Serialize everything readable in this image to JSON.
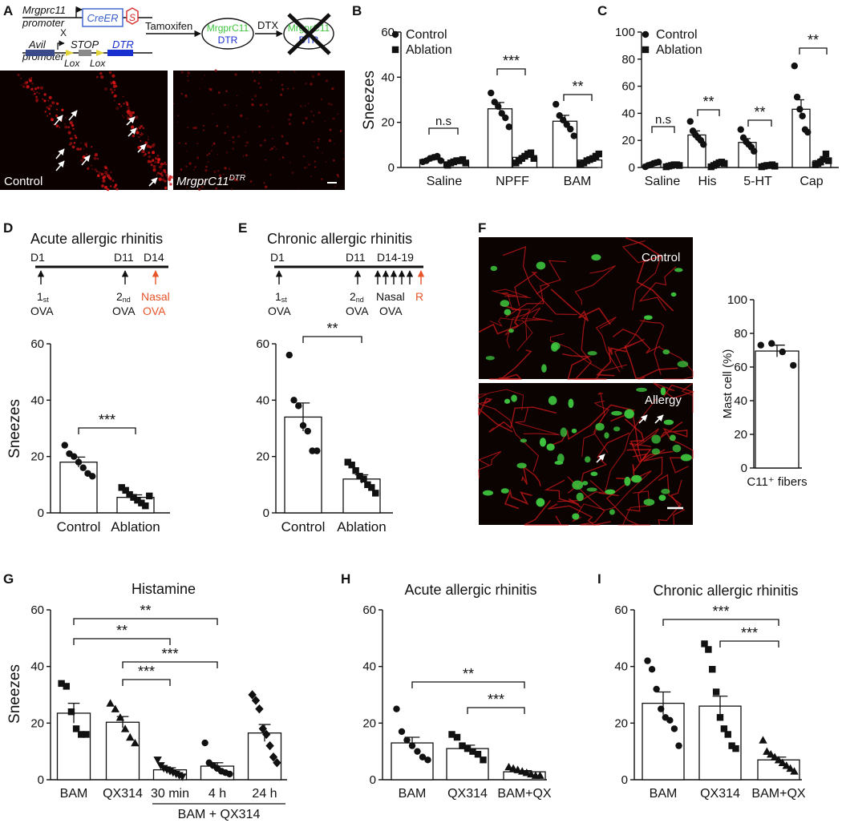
{
  "panel_labels": [
    "A",
    "B",
    "C",
    "D",
    "E",
    "F",
    "G",
    "H",
    "I"
  ],
  "schematic": {
    "gene1": "Mrgprc11",
    "promoter1": "promoter",
    "creer": "CreER",
    "s": "S",
    "cross": "X",
    "gene2": "Avil",
    "promoter2": "promoter",
    "stop": "STOP",
    "dtr": "DTR",
    "lox1": "Lox",
    "lox2": "Lox",
    "tamoxifen": "Tamoxifen",
    "dtx": "DTX",
    "cell_top": "MrgprC11",
    "cell_bottom": "DTR",
    "cell2_top": "MrgprC11",
    "cell2_bottom": "DTR"
  },
  "micrographs": {
    "control_label": "Control",
    "dtr_label_main": "MrgprC11",
    "dtr_label_sup": "DTR"
  },
  "colors": {
    "red_fluor": "#c8101e",
    "green_fluor": "#3ec43e",
    "orange_label": "#e8542a",
    "dtr_blue": "#1a2fd0",
    "creer_blue": "#3a5fcd",
    "s_red": "#d42a2a"
  },
  "timelines": {
    "D": {
      "title": "Acute allergic rhinitis",
      "days": [
        "D1",
        "D11",
        "D14"
      ],
      "events": [
        {
          "top": "1",
          "top_sub": "st",
          "bottom": "OVA"
        },
        {
          "top": "2",
          "top_sub": "nd",
          "bottom": "OVA"
        },
        {
          "top": "Nasal",
          "bottom": "OVA"
        }
      ]
    },
    "E": {
      "title": "Chronic allergic rhinitis",
      "days": [
        "D1",
        "D11",
        "D14-19"
      ],
      "events": [
        {
          "top": "1",
          "top_sub": "st",
          "bottom": "OVA"
        },
        {
          "top": "2",
          "top_sub": "nd",
          "bottom": "OVA"
        },
        {
          "top": "Nasal",
          "bottom": "OVA"
        },
        {
          "top": "R",
          "bottom": ""
        }
      ]
    }
  },
  "F_images": {
    "control_label": "Control",
    "allergy_label": "Allergy"
  },
  "chart_data": [
    {
      "panel": "B",
      "type": "bar",
      "title": "",
      "ylabel": "Sneezes",
      "ylim": [
        0,
        60
      ],
      "yticks": [
        0,
        20,
        40,
        60
      ],
      "categories": [
        "Saline",
        "NPFF",
        "BAM"
      ],
      "legend": [
        "Control",
        "Ablation"
      ],
      "series": [
        {
          "name": "Control",
          "marker": "circle",
          "values": [
            3.5,
            26,
            20.5
          ],
          "sem": [
            0.8,
            2.8,
            2.6
          ],
          "points": [
            [
              2.5,
              3,
              4,
              4.5,
              5,
              3
            ],
            [
              33,
              29,
              27,
              24,
              22,
              18
            ],
            [
              28,
              23,
              21,
              19,
              17,
              14
            ]
          ]
        },
        {
          "name": "Ablation",
          "marker": "square",
          "values": [
            2.5,
            4.5,
            3.3
          ],
          "sem": [
            0.6,
            0.9,
            0.8
          ],
          "points": [
            [
              1,
              2,
              2.5,
              3,
              3,
              3.5,
              2
            ],
            [
              2,
              3,
              4,
              5,
              6,
              6.5,
              4
            ],
            [
              1.5,
              2,
              3,
              3.5,
              4,
              5,
              6
            ]
          ]
        }
      ],
      "significance": [
        "n.s",
        "***",
        "**"
      ]
    },
    {
      "panel": "C",
      "type": "bar",
      "title": "",
      "ylabel": "",
      "ylim": [
        0,
        100
      ],
      "yticks": [
        0,
        20,
        40,
        60,
        80,
        100
      ],
      "categories": [
        "Saline",
        "His",
        "5-HT",
        "Cap"
      ],
      "legend": [
        "Control",
        "Ablation"
      ],
      "series": [
        {
          "name": "Control",
          "marker": "circle",
          "values": [
            2.3,
            24,
            18.5,
            43
          ],
          "sem": [
            0.8,
            3,
            2.8,
            7
          ],
          "points": [
            [
              0.5,
              1.5,
              2,
              3,
              3.5,
              4
            ],
            [
              34,
              27,
              24,
              22,
              20,
              17
            ],
            [
              28,
              22,
              19,
              17,
              15,
              12
            ],
            [
              75,
              52,
              43,
              38,
              28,
              26
            ]
          ]
        },
        {
          "name": "Ablation",
          "marker": "square",
          "values": [
            1.5,
            2.5,
            1.3,
            5
          ],
          "sem": [
            0.5,
            0.8,
            0.4,
            1.5
          ],
          "points": [
            [
              0.5,
              1,
              1.5,
              2,
              2,
              1.5
            ],
            [
              0.5,
              1.5,
              2.5,
              3.5,
              4,
              3
            ],
            [
              0.5,
              1,
              1.5,
              1.5,
              2,
              1
            ],
            [
              2,
              3,
              4,
              6,
              10,
              5
            ]
          ]
        }
      ],
      "significance": [
        "n.s",
        "**",
        "**",
        "**"
      ]
    },
    {
      "panel": "D",
      "type": "bar",
      "title": "",
      "ylabel": "Sneezes",
      "ylim": [
        0,
        60
      ],
      "yticks": [
        0,
        20,
        40,
        60
      ],
      "categories": [
        "Control",
        "Ablation"
      ],
      "series": [
        {
          "name": "Control",
          "marker": "circle",
          "values": [
            18
          ],
          "sem": [
            1.8
          ],
          "points": [
            [
              24,
              21,
              20,
              18,
              16,
              14,
              13
            ]
          ]
        },
        {
          "name": "Ablation",
          "marker": "square",
          "values": [
            5.5
          ],
          "sem": [
            0.9
          ],
          "points": [
            [
              9,
              8,
              6.5,
              5.5,
              4.5,
              3.5,
              2.5,
              6
            ]
          ]
        }
      ],
      "significance": [
        "***"
      ]
    },
    {
      "panel": "E",
      "type": "bar",
      "title": "",
      "ylabel": "",
      "ylim": [
        0,
        60
      ],
      "yticks": [
        0,
        20,
        40,
        60
      ],
      "categories": [
        "Control",
        "Ablation"
      ],
      "series": [
        {
          "name": "Control",
          "marker": "circle",
          "values": [
            34
          ],
          "sem": [
            5
          ],
          "points": [
            [
              56,
              40,
              38,
              31,
              29,
              22,
              22
            ]
          ]
        },
        {
          "name": "Ablation",
          "marker": "square",
          "values": [
            12
          ],
          "sem": [
            1.5
          ],
          "points": [
            [
              18,
              17,
              15,
              13,
              12,
              10,
              9,
              7
            ]
          ]
        }
      ],
      "significance": [
        "**"
      ]
    },
    {
      "panel": "F",
      "type": "bar",
      "title": "",
      "ylabel": "Mast cell (%)",
      "ylim": [
        0,
        100
      ],
      "yticks": [
        0,
        20,
        40,
        60,
        80,
        100
      ],
      "categories": [
        "C11⁺ fibers"
      ],
      "series": [
        {
          "name": "",
          "marker": "circle",
          "values": [
            69.5
          ],
          "sem": [
            3.5
          ],
          "points": [
            [
              73,
              74,
              69,
              61
            ]
          ]
        }
      ]
    },
    {
      "panel": "G",
      "type": "bar",
      "title": "Histamine",
      "ylabel": "Sneezes",
      "ylim": [
        0,
        60
      ],
      "yticks": [
        0,
        20,
        40,
        60
      ],
      "categories": [
        "BAM",
        "QX314",
        "30 min",
        "4 h",
        "24 h"
      ],
      "group_label": "BAM + QX314",
      "series": [
        {
          "name": "",
          "markers": [
            "square",
            "triangle",
            "triangle-down",
            "circle",
            "diamond"
          ],
          "values": [
            23.5,
            20.3,
            3.5,
            4.8,
            16.5
          ],
          "sem": [
            3.5,
            2,
            0.7,
            1.2,
            3
          ],
          "points": [
            [
              34,
              33,
              24,
              18,
              16,
              16
            ],
            [
              27,
              25,
              22,
              18,
              15,
              13
            ],
            [
              7,
              5,
              4,
              3.5,
              3,
              2.5,
              2,
              1.5,
              1
            ],
            [
              13,
              6,
              5,
              4,
              3,
              2.5,
              2
            ],
            [
              30,
              28,
              25,
              18,
              16,
              12,
              8,
              6
            ]
          ]
        }
      ],
      "significance": [
        "**",
        "**",
        "***",
        "***"
      ]
    },
    {
      "panel": "H",
      "type": "bar",
      "title": "Acute allergic rhinitis",
      "ylabel": "",
      "ylim": [
        0,
        60
      ],
      "yticks": [
        0,
        20,
        40,
        60
      ],
      "categories": [
        "BAM",
        "QX314",
        "BAM+QX"
      ],
      "series": [
        {
          "name": "",
          "markers": [
            "circle",
            "square",
            "triangle"
          ],
          "values": [
            13,
            11,
            2.8
          ],
          "sem": [
            2,
            1.2,
            0.4
          ],
          "points": [
            [
              25,
              17,
              14,
              12,
              10,
              8,
              7
            ],
            [
              16,
              15,
              12,
              11,
              10,
              9,
              7
            ],
            [
              4.5,
              4,
              3.5,
              3,
              2.5,
              2,
              1.5,
              1.5
            ]
          ]
        }
      ],
      "significance": [
        "**",
        "***"
      ]
    },
    {
      "panel": "I",
      "type": "bar",
      "title": "Chronic allergic rhinitis",
      "ylabel": "",
      "ylim": [
        0,
        60
      ],
      "yticks": [
        0,
        20,
        40,
        60
      ],
      "categories": [
        "BAM",
        "QX314",
        "BAM+QX"
      ],
      "series": [
        {
          "name": "",
          "markers": [
            "circle",
            "square",
            "triangle"
          ],
          "values": [
            27,
            26,
            7
          ],
          "sem": [
            4,
            3.5,
            1
          ],
          "points": [
            [
              42,
              39,
              32,
              25,
              22,
              21,
              18,
              12
            ],
            [
              48,
              46,
              39,
              31,
              22,
              18,
              16,
              12,
              11
            ],
            [
              14,
              10,
              9,
              8,
              7,
              6,
              5,
              4,
              3
            ]
          ]
        }
      ],
      "significance": [
        "***",
        "***"
      ]
    }
  ]
}
